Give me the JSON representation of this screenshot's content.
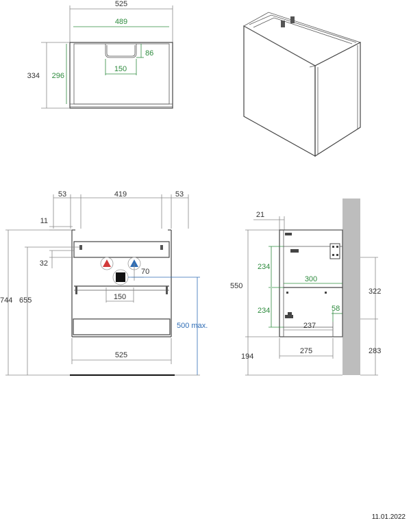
{
  "views": {
    "top_view": {
      "width_overall": "525",
      "width_inner": "489",
      "depth_overall": "334",
      "depth_inner": "296",
      "cutout_depth": "86",
      "cutout_width": "150"
    },
    "front_view": {
      "side_left": "53",
      "opening": "419",
      "side_right": "53",
      "top_offset": "11",
      "rail_offset": "32",
      "height_total": "744",
      "height_655": "655",
      "drain_offset": "70",
      "drain_width": "150",
      "drain_height": "500 max.",
      "width_bottom": "525"
    },
    "side_view": {
      "back_offset": "21",
      "height_550": "550",
      "upper_inner": "234",
      "lower_inner": "234",
      "shelf_depth": "300",
      "floor_height": "194",
      "cutout_58": "58",
      "base_237": "237",
      "base_275": "275",
      "wall_upper": "322",
      "wall_lower": "283"
    }
  },
  "colors": {
    "dimension_gray": "#333333",
    "dimension_green": "#2e8b3e",
    "dimension_blue": "#2f6db5",
    "hot_water": "#d23a3a",
    "cold_water": "#2f6db5",
    "wall": "#bdbdbd"
  },
  "icons": [
    "hot-water-marker-icon",
    "cold-water-marker-icon",
    "drain-icon"
  ],
  "footer": {
    "date": "11.01.2022"
  }
}
